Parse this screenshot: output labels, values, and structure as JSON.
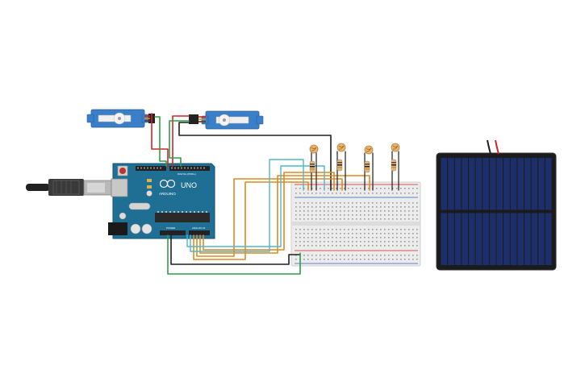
{
  "arduino": {
    "logo_text": "UNO",
    "brand": "ARDUINO",
    "digital_label": "DIGITAL (PWM~)",
    "power_label": "POWER",
    "analog_label": "ANALOG IN",
    "board_color": "#1f6f95",
    "dark_board_color": "#16587a"
  },
  "components": {
    "servos": [
      {
        "id": "servo-left"
      },
      {
        "id": "servo-right"
      }
    ],
    "photoresistors": [
      {
        "id": "ldr-1"
      },
      {
        "id": "ldr-2"
      },
      {
        "id": "ldr-3"
      },
      {
        "id": "ldr-4"
      }
    ],
    "resistors": [
      {
        "id": "res-1"
      },
      {
        "id": "res-2"
      },
      {
        "id": "res-3"
      },
      {
        "id": "res-4"
      }
    ],
    "breadboard": {
      "id": "breadboard"
    },
    "solar_panel": {
      "id": "solar-panel"
    },
    "usb_cable": {
      "id": "usb-cable"
    }
  },
  "colors": {
    "wire_red": "#d3232a",
    "wire_black": "#1f1f1f",
    "wire_green": "#2e9e4a",
    "wire_orange": "#e08a1e",
    "wire_cyan": "#4fb7c9",
    "servo_blue": "#3a7fc8",
    "panel_cell": "#1d2f6b",
    "breadboard_body": "#ececec"
  }
}
